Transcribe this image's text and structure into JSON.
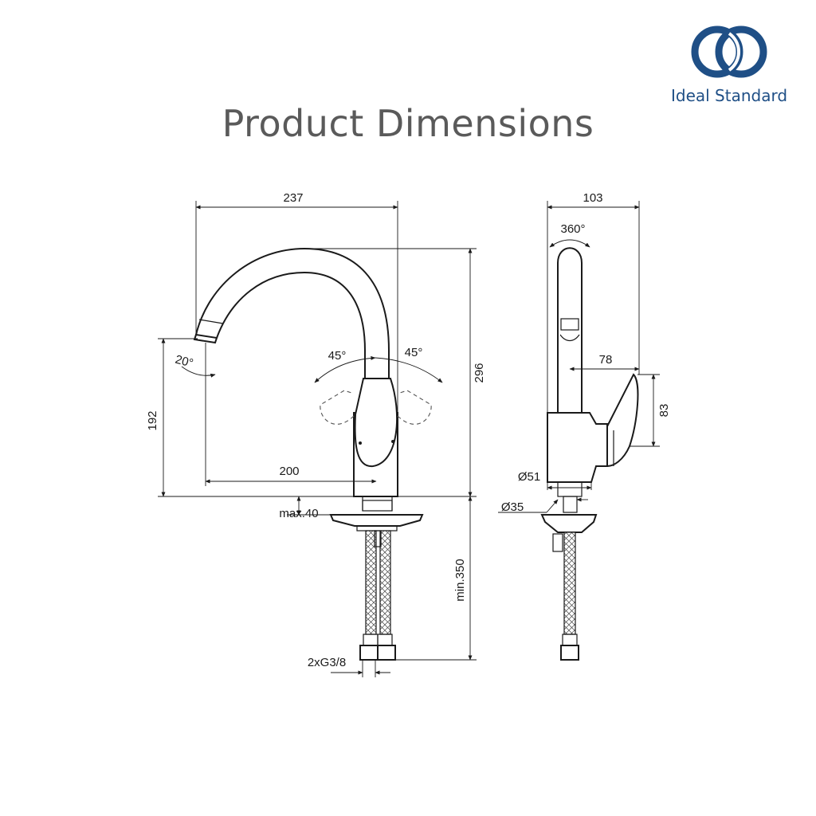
{
  "brand": {
    "name": "Ideal Standard",
    "color": "#1f4f86",
    "logo_icon": "interlocking-rings-logo"
  },
  "title": "Product Dimensions",
  "front_view": {
    "overall_width": "237",
    "overall_height": "296",
    "spout_height": "192",
    "spout_reach": "200",
    "spout_tilt": "20°",
    "lever_rotation_left": "45°",
    "lever_rotation_right": "45°",
    "deck_thickness": "max.40",
    "hose_length": "min.350",
    "connection": "2xG3/8"
  },
  "side_view": {
    "overall_depth": "103",
    "swivel": "360°",
    "lever_projection": "78",
    "lever_height": "83",
    "base_diameter": "Ø51",
    "hole_diameter": "Ø35"
  }
}
